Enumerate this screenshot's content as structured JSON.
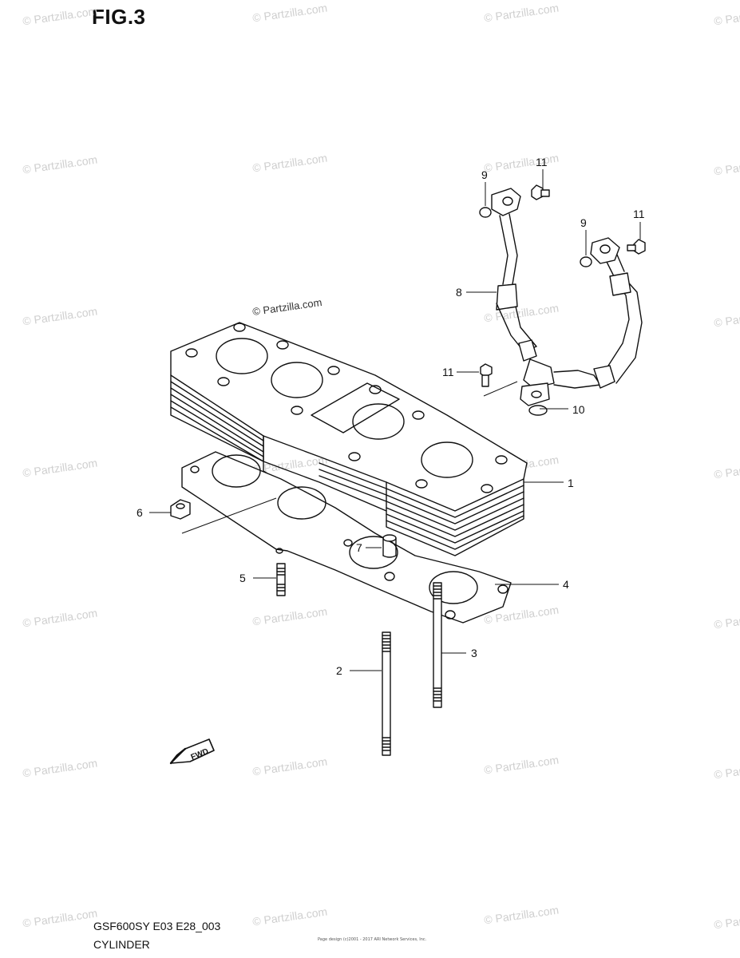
{
  "figure": {
    "title": "FIG.3"
  },
  "footer": {
    "model_code": "GSF600SY E03 E28_003",
    "section_name": "CYLINDER",
    "fine_print": "Page design (c)2001 - 2017 ARI Network Services, Inc."
  },
  "watermark": {
    "text": "© Partzilla.com",
    "diagram_label": "© Partzilla.com"
  },
  "fwd_arrow_label": "FWD",
  "callouts": [
    {
      "number": "1"
    },
    {
      "number": "2"
    },
    {
      "number": "3"
    },
    {
      "number": "4"
    },
    {
      "number": "5"
    },
    {
      "number": "6"
    },
    {
      "number": "7"
    },
    {
      "number": "8"
    },
    {
      "number": "9"
    },
    {
      "number": "9"
    },
    {
      "number": "10"
    },
    {
      "number": "11"
    },
    {
      "number": "11"
    },
    {
      "number": "11"
    }
  ]
}
